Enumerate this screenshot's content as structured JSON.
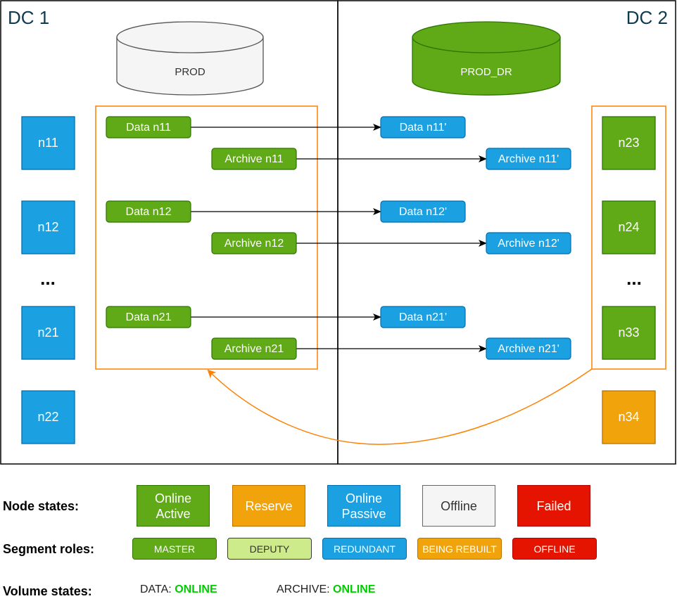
{
  "colors": {
    "active": "#60a917",
    "active_border": "#2d7600",
    "reserve": "#f0a30a",
    "reserve_border": "#bd7000",
    "passive": "#1ba1e2",
    "passive_border": "#006eaf",
    "offline": "#f5f5f5",
    "offline_border": "#666666",
    "failed": "#e51400",
    "failed_border": "#b20000",
    "deputy": "#cdeb8b",
    "deputy_border": "#36393d",
    "group_outline": "#ff8000",
    "dc_title": "#0d3a4f",
    "online_text": "#00cc00"
  },
  "datacenters": [
    {
      "title": "DC 1"
    },
    {
      "title": "DC 2"
    }
  ],
  "databases": [
    {
      "label": "PROD",
      "state": "offline"
    },
    {
      "label": "PROD_DR",
      "state": "active"
    }
  ],
  "dc1_nodes": [
    {
      "label": "n11",
      "state": "passive"
    },
    {
      "label": "n12",
      "state": "passive"
    },
    {
      "label": "n21",
      "state": "passive"
    },
    {
      "label": "n22",
      "state": "passive"
    }
  ],
  "dc2_nodes": [
    {
      "label": "n23",
      "state": "active"
    },
    {
      "label": "n24",
      "state": "active"
    },
    {
      "label": "n33",
      "state": "active"
    },
    {
      "label": "n34",
      "state": "reserve"
    }
  ],
  "ellipsis": "...",
  "segments": [
    {
      "source": "Data  n11",
      "target": "Data  n11'",
      "kind": "data"
    },
    {
      "source": "Archive  n11",
      "target": "Archive  n11'",
      "kind": "archive"
    },
    {
      "source": "Data  n12",
      "target": "Data  n12'",
      "kind": "data"
    },
    {
      "source": "Archive  n12",
      "target": "Archive  n12'",
      "kind": "archive"
    },
    {
      "source": "Data  n21",
      "target": "Data  n21'",
      "kind": "data"
    },
    {
      "source": "Archive  n21",
      "target": "Archive  n21'",
      "kind": "archive"
    }
  ],
  "legend": {
    "node_states_label": "Node states:",
    "node_states": [
      {
        "label": "Online\nActive",
        "state": "active"
      },
      {
        "label": "Reserve",
        "state": "reserve"
      },
      {
        "label": "Online\nPassive",
        "state": "passive"
      },
      {
        "label": "Offline",
        "state": "offline"
      },
      {
        "label": "Failed",
        "state": "failed"
      }
    ],
    "segment_roles_label": "Segment roles:",
    "segment_roles": [
      {
        "label": "MASTER",
        "state": "active"
      },
      {
        "label": "DEPUTY",
        "state": "deputy"
      },
      {
        "label": "REDUNDANT",
        "state": "passive"
      },
      {
        "label": "BEING REBUILT",
        "state": "reserve"
      },
      {
        "label": "OFFLINE",
        "state": "failed"
      }
    ],
    "volume_states_label": "Volume states:",
    "volume_states": [
      {
        "name": "DATA:",
        "value": "ONLINE"
      },
      {
        "name": "ARCHIVE:",
        "value": "ONLINE"
      }
    ]
  }
}
